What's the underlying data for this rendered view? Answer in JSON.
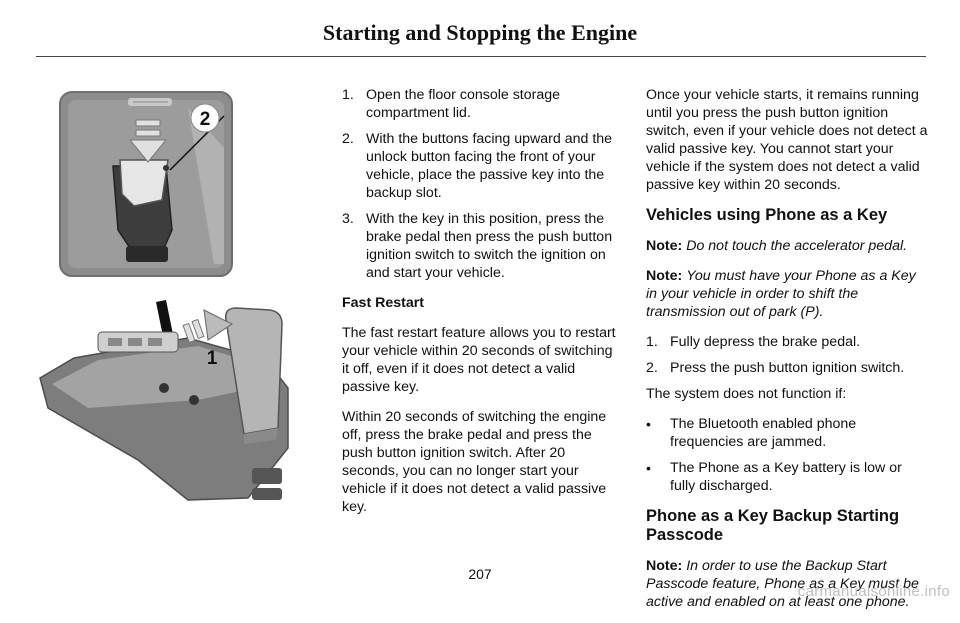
{
  "page": {
    "title": "Starting and Stopping the Engine",
    "page_number": "207",
    "watermark": "carmanualsonline.info"
  },
  "figure": {
    "callout_1": "1",
    "callout_2": "2",
    "icons": [
      "passive-key-backup-slot-illustration",
      "floor-console-illustration",
      "open-lid-arrow-icon",
      "insert-key-arrow-icon"
    ]
  },
  "column1": {
    "steps": [
      {
        "num": "1.",
        "text": "Open the floor console storage compartment lid."
      },
      {
        "num": "2.",
        "text": "With the buttons facing upward and the unlock button facing the front of your vehicle, place the passive key into the backup slot."
      },
      {
        "num": "3.",
        "text": "With the key in this position, press the brake pedal then press the push button ignition switch to switch the ignition on and start your vehicle."
      }
    ],
    "fast_restart_heading": "Fast Restart",
    "fast_restart_p1": "The fast restart feature allows you to restart your vehicle within 20 seconds of switching it off, even if it does not detect a valid passive key.",
    "fast_restart_p2": "Within 20 seconds of switching the engine off, press the brake pedal and press the push button ignition switch. After 20 seconds, you can no longer start your vehicle if it does not detect a valid passive key."
  },
  "column2": {
    "intro": "Once your vehicle starts, it remains running until you press the push button ignition switch, even if your vehicle does not detect a valid passive key.  You cannot start your vehicle if the system does not detect a valid passive key within 20 seconds.",
    "section1_heading": "Vehicles using Phone as a Key",
    "note1_label": "Note:",
    "note1_text": "Do not touch the accelerator pedal.",
    "note2_label": "Note:",
    "note2_text": "You must have your Phone as a Key in your vehicle in order to shift the transmission out of park (P).",
    "steps": [
      {
        "num": "1.",
        "text": "Fully depress the brake pedal."
      },
      {
        "num": "2.",
        "text": "Press the push button ignition switch."
      }
    ],
    "system_text": "The system does not function if:",
    "bullets": [
      {
        "num": "•",
        "text": "The Bluetooth enabled phone frequencies are jammed."
      },
      {
        "num": "•",
        "text": "The Phone as a Key battery is low or fully discharged."
      }
    ],
    "section2_heading": "Phone as a Key Backup Starting Passcode",
    "note3_label": "Note:",
    "note3_text": "In order to use the Backup Start Passcode feature, Phone as a Key must be active and enabled on at least one phone."
  }
}
